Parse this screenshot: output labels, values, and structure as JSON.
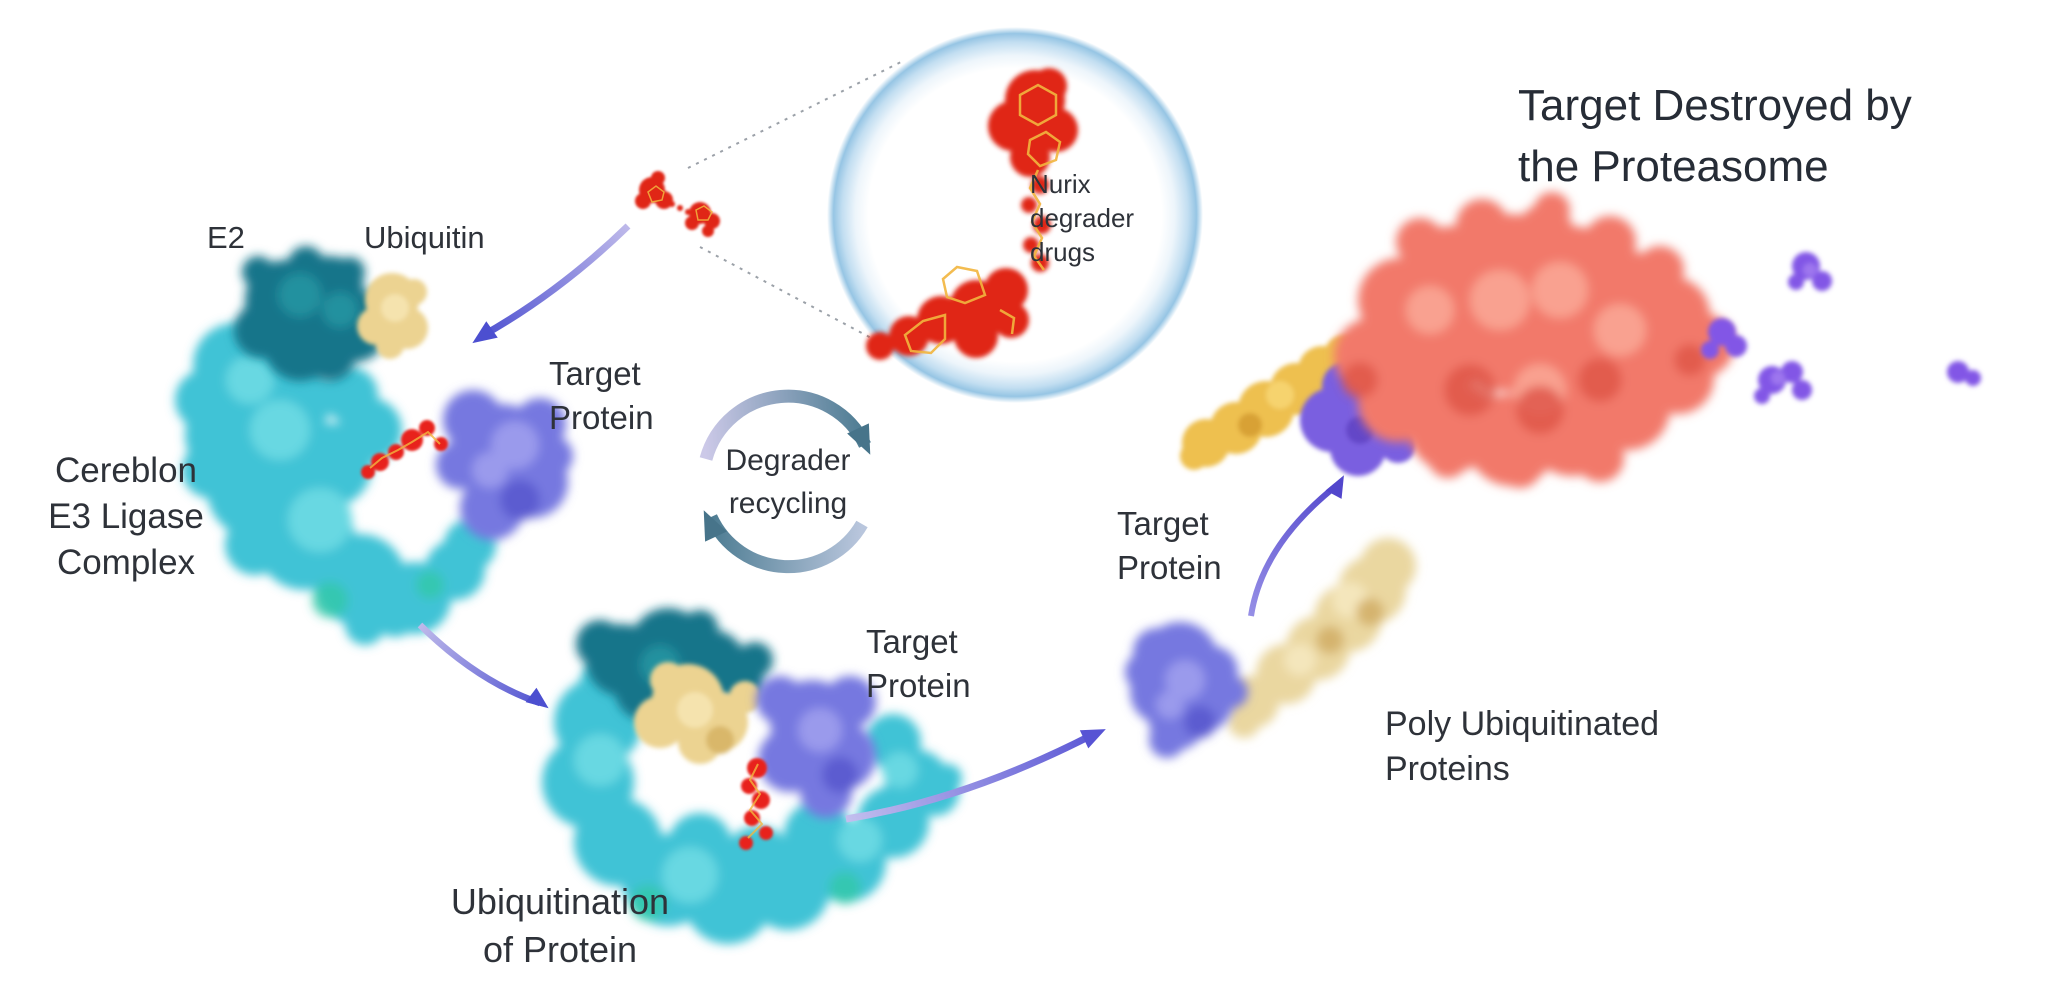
{
  "diagram": {
    "subject": "Targeted protein degradation mechanism with Nurix degrader drugs",
    "type": "pathway-diagram"
  },
  "labels": {
    "e2": "E2",
    "ubiquitin": "Ubiquitin",
    "cereblon_complex": [
      "Cereblon",
      "E3 Ligase",
      "Complex"
    ],
    "target_protein_left": [
      "Target",
      "Protein"
    ],
    "nurix_drugs": [
      "Nurix",
      "degrader",
      "drugs"
    ],
    "degrader_recycling": [
      "Degrader",
      "recycling"
    ],
    "ubiquitination": [
      "Ubiquitination",
      "of Protein"
    ],
    "target_protein_mid": [
      "Target",
      "Protein"
    ],
    "target_protein_right": [
      "Target",
      "Protein"
    ],
    "poly_ubiquitinated": [
      "Poly Ubiquitinated",
      "Proteins"
    ],
    "title": [
      "Target Destroyed by",
      "the Proteasome"
    ]
  },
  "colors": {
    "background": "#ffffff",
    "text": "#2e3239",
    "arrow_blue": "#4c4fd0",
    "recycle_teal": "#4d7c92",
    "drug_red": "#e8231a",
    "drug_accent_yellow": "#f2b53e",
    "cereblon_cyan": "#3fc3d6",
    "e2_teal": "#17758a",
    "ubiquitin_cream": "#ecd391",
    "target_purple": "#7678e0",
    "polyub_gold": "#eec050",
    "proteasome_salmon": "#f2796a",
    "fragment_violet": "#8257e6",
    "magnifier_rim_blue": "#96c5e4"
  }
}
